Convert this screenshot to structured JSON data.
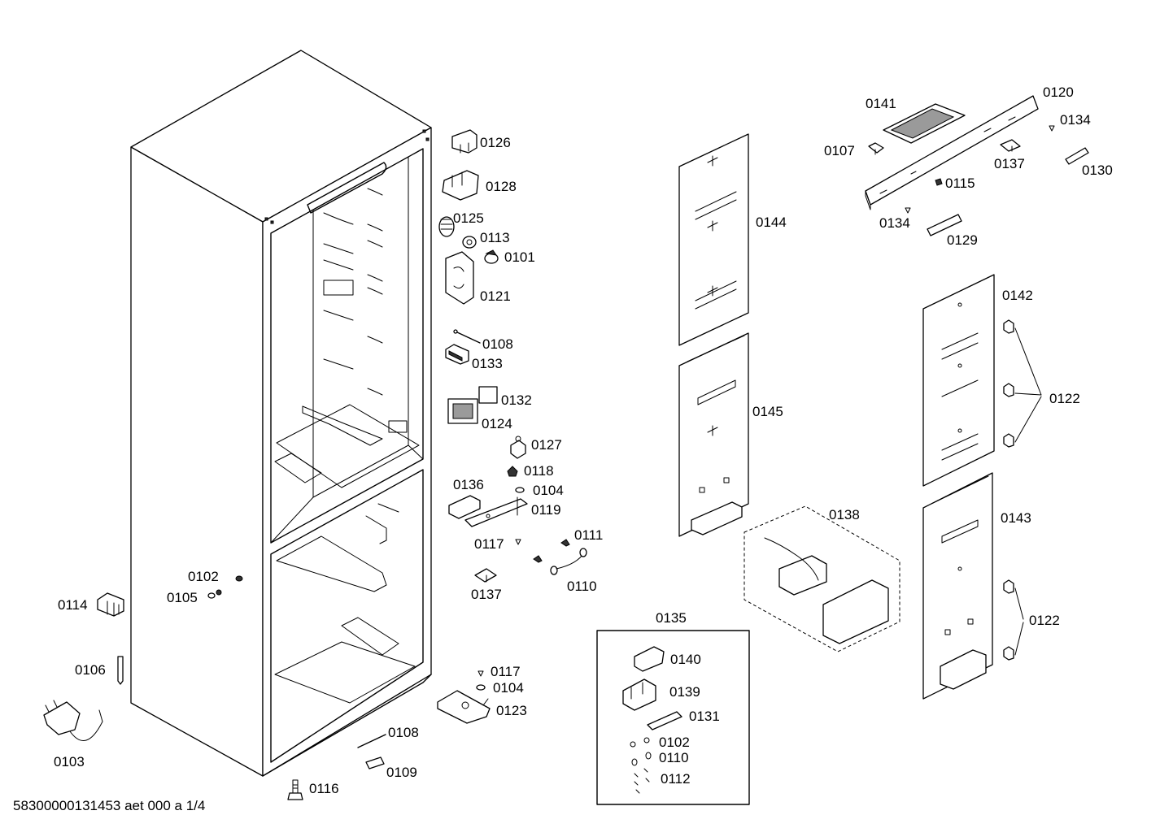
{
  "diagram": {
    "document_id": "58300000131453 aet 000 a 1/4",
    "parts": [
      {
        "id": "p0126",
        "label": "0126"
      },
      {
        "id": "p0128",
        "label": "0128"
      },
      {
        "id": "p0125",
        "label": "0125"
      },
      {
        "id": "p0113",
        "label": "0113"
      },
      {
        "id": "p0101",
        "label": "0101"
      },
      {
        "id": "p0121",
        "label": "0121"
      },
      {
        "id": "p0108a",
        "label": "0108"
      },
      {
        "id": "p0133",
        "label": "0133"
      },
      {
        "id": "p0132",
        "label": "0132"
      },
      {
        "id": "p0124",
        "label": "0124"
      },
      {
        "id": "p0127",
        "label": "0127"
      },
      {
        "id": "p0118",
        "label": "0118"
      },
      {
        "id": "p0136",
        "label": "0136"
      },
      {
        "id": "p0104a",
        "label": "0104"
      },
      {
        "id": "p0119",
        "label": "0119"
      },
      {
        "id": "p0117a",
        "label": "0117"
      },
      {
        "id": "p0111",
        "label": "0111"
      },
      {
        "id": "p0110a",
        "label": "0110"
      },
      {
        "id": "p0137a",
        "label": "0137"
      },
      {
        "id": "p0102a",
        "label": "0102"
      },
      {
        "id": "p0105",
        "label": "0105"
      },
      {
        "id": "p0114",
        "label": "0114"
      },
      {
        "id": "p0106",
        "label": "0106"
      },
      {
        "id": "p0103",
        "label": "0103"
      },
      {
        "id": "p0117b",
        "label": "0117"
      },
      {
        "id": "p0104b",
        "label": "0104"
      },
      {
        "id": "p0123",
        "label": "0123"
      },
      {
        "id": "p0108b",
        "label": "0108"
      },
      {
        "id": "p0109",
        "label": "0109"
      },
      {
        "id": "p0116",
        "label": "0116"
      },
      {
        "id": "p0144",
        "label": "0144"
      },
      {
        "id": "p0145",
        "label": "0145"
      },
      {
        "id": "p0138",
        "label": "0138"
      },
      {
        "id": "p0135",
        "label": "0135"
      },
      {
        "id": "p0140",
        "label": "0140"
      },
      {
        "id": "p0139",
        "label": "0139"
      },
      {
        "id": "p0131",
        "label": "0131"
      },
      {
        "id": "p0102b",
        "label": "0102"
      },
      {
        "id": "p0110b",
        "label": "0110"
      },
      {
        "id": "p0112",
        "label": "0112"
      },
      {
        "id": "p0141",
        "label": "0141"
      },
      {
        "id": "p0120",
        "label": "0120"
      },
      {
        "id": "p0107",
        "label": "0107"
      },
      {
        "id": "p0134a",
        "label": "0134"
      },
      {
        "id": "p0137b",
        "label": "0137"
      },
      {
        "id": "p0130",
        "label": "0130"
      },
      {
        "id": "p0115",
        "label": "0115"
      },
      {
        "id": "p0134b",
        "label": "0134"
      },
      {
        "id": "p0129",
        "label": "0129"
      },
      {
        "id": "p0142",
        "label": "0142"
      },
      {
        "id": "p0122a",
        "label": "0122"
      },
      {
        "id": "p0143",
        "label": "0143"
      },
      {
        "id": "p0122b",
        "label": "0122"
      }
    ]
  }
}
